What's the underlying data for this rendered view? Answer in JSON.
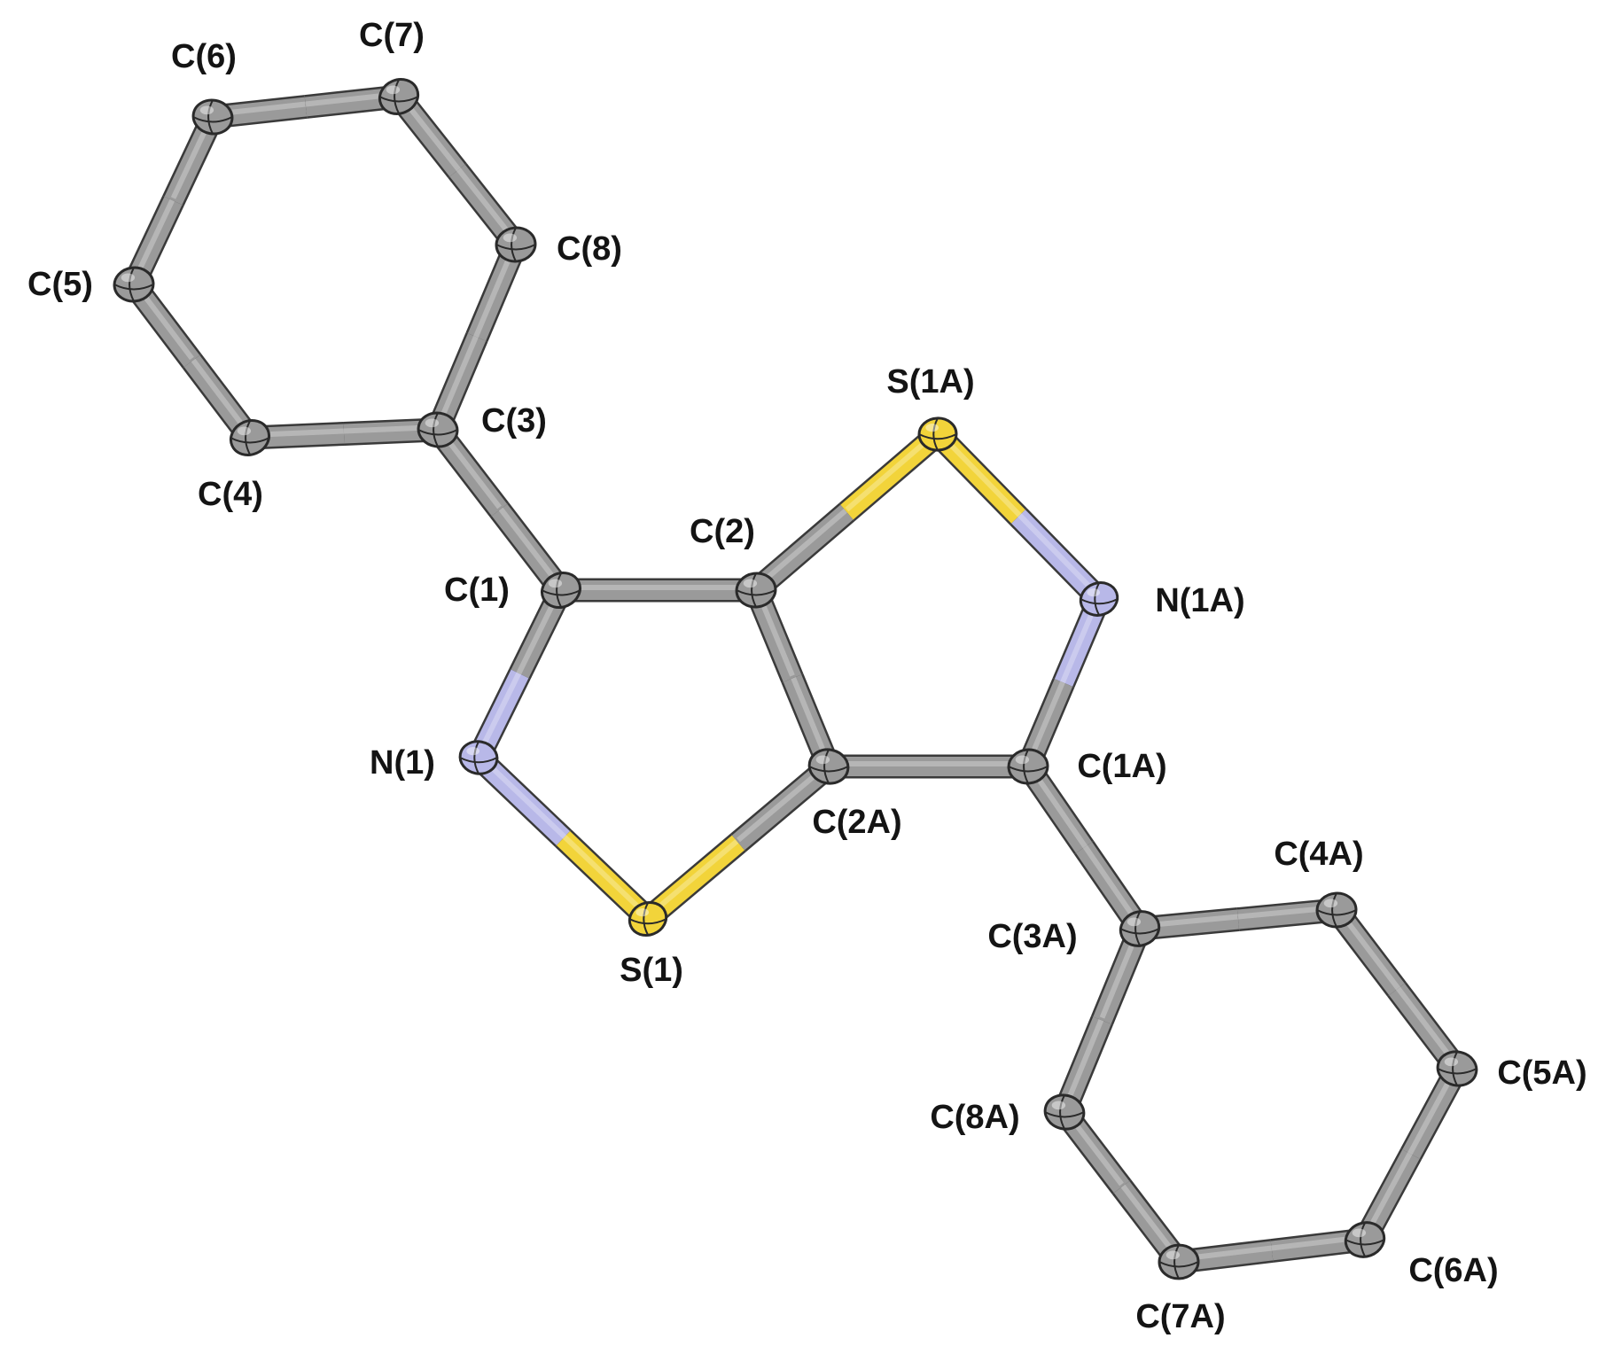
{
  "colors": {
    "background": "#ffffff",
    "carbon": "#9a9a9a",
    "nitrogen": "#b8b8e8",
    "sulfur": "#f2d43a",
    "label": "#141414"
  },
  "atoms": [
    {
      "id": "C1",
      "element": "C",
      "label": "C(1)"
    },
    {
      "id": "C2",
      "element": "C",
      "label": "C(2)"
    },
    {
      "id": "C3",
      "element": "C",
      "label": "C(3)"
    },
    {
      "id": "C4",
      "element": "C",
      "label": "C(4)"
    },
    {
      "id": "C5",
      "element": "C",
      "label": "C(5)"
    },
    {
      "id": "C6",
      "element": "C",
      "label": "C(6)"
    },
    {
      "id": "C7",
      "element": "C",
      "label": "C(7)"
    },
    {
      "id": "C8",
      "element": "C",
      "label": "C(8)"
    },
    {
      "id": "N1",
      "element": "N",
      "label": "N(1)"
    },
    {
      "id": "S1",
      "element": "S",
      "label": "S(1)"
    },
    {
      "id": "C1A",
      "element": "C",
      "label": "C(1A)"
    },
    {
      "id": "C2A",
      "element": "C",
      "label": "C(2A)"
    },
    {
      "id": "C3A",
      "element": "C",
      "label": "C(3A)"
    },
    {
      "id": "C4A",
      "element": "C",
      "label": "C(4A)"
    },
    {
      "id": "C5A",
      "element": "C",
      "label": "C(5A)"
    },
    {
      "id": "C6A",
      "element": "C",
      "label": "C(6A)"
    },
    {
      "id": "C7A",
      "element": "C",
      "label": "C(7A)"
    },
    {
      "id": "C8A",
      "element": "C",
      "label": "C(8A)"
    },
    {
      "id": "N1A",
      "element": "N",
      "label": "N(1A)"
    },
    {
      "id": "S1A",
      "element": "S",
      "label": "S(1A)"
    }
  ],
  "bonds": [
    [
      "C1",
      "C2"
    ],
    [
      "C1",
      "N1"
    ],
    [
      "N1",
      "S1"
    ],
    [
      "S1",
      "C2A"
    ],
    [
      "C2A",
      "C2"
    ],
    [
      "C2",
      "S1A"
    ],
    [
      "S1A",
      "N1A"
    ],
    [
      "N1A",
      "C1A"
    ],
    [
      "C1A",
      "C2A"
    ],
    [
      "C1",
      "C3"
    ],
    [
      "C3",
      "C4"
    ],
    [
      "C4",
      "C5"
    ],
    [
      "C5",
      "C6"
    ],
    [
      "C6",
      "C7"
    ],
    [
      "C7",
      "C8"
    ],
    [
      "C8",
      "C3"
    ],
    [
      "C1A",
      "C3A"
    ],
    [
      "C3A",
      "C4A"
    ],
    [
      "C4A",
      "C5A"
    ],
    [
      "C5A",
      "C6A"
    ],
    [
      "C6A",
      "C7A"
    ],
    [
      "C7A",
      "C8A"
    ],
    [
      "C8A",
      "C3A"
    ]
  ]
}
